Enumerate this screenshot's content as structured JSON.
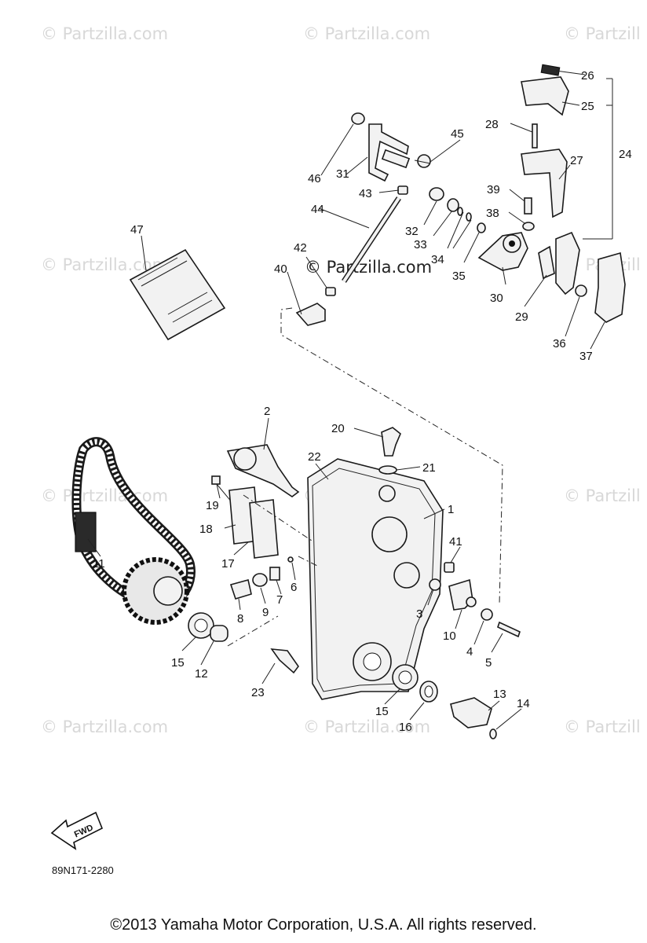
{
  "watermark": {
    "text": "© Partzilla.com",
    "text_short": "© Partzill"
  },
  "callouts": {
    "c1": "1",
    "c2": "2",
    "c3": "3",
    "c4": "4",
    "c5": "5",
    "c6": "6",
    "c7": "7",
    "c8": "8",
    "c9": "9",
    "c10": "10",
    "c11": "11",
    "c12": "12",
    "c13": "13",
    "c14": "14",
    "c15a": "15",
    "c15b": "15",
    "c16": "16",
    "c17": "17",
    "c18": "18",
    "c19": "19",
    "c20": "20",
    "c21": "21",
    "c22": "22",
    "c23": "23",
    "c24": "24",
    "c25": "25",
    "c26": "26",
    "c27": "27",
    "c28": "28",
    "c29": "29",
    "c30": "30",
    "c31": "31",
    "c32": "32",
    "c33": "33",
    "c34": "34",
    "c35": "35",
    "c36": "36",
    "c37": "37",
    "c38": "38",
    "c39": "39",
    "c40": "40",
    "c41": "41",
    "c42": "42",
    "c43": "43",
    "c44": "44",
    "c45": "45",
    "c46": "46",
    "c47": "47"
  },
  "fwd_label": "FWD",
  "diagram_id": "89N171-2280",
  "copyright": "©2013 Yamaha Motor Corporation, U.S.A. All rights reserved.",
  "icons": {
    "forward_arrow": "fwd-arrow-icon"
  }
}
